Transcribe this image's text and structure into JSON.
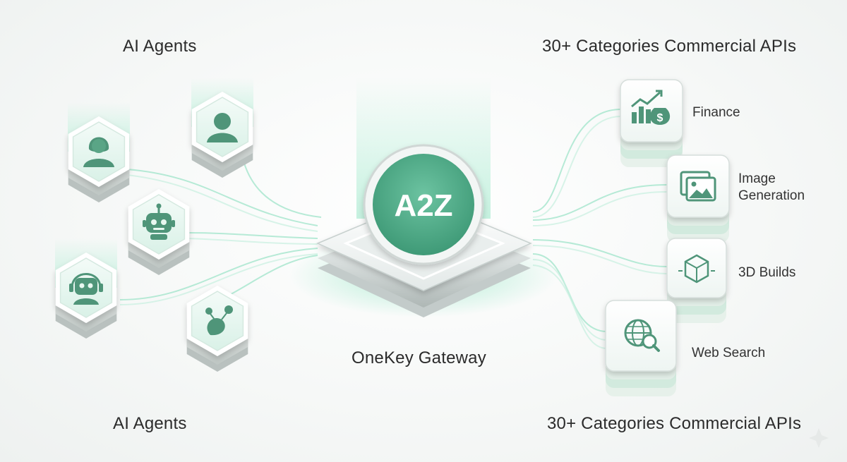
{
  "headings": {
    "top_left": "AI Agents",
    "top_right": "30+ Categories Commercial APIs",
    "bottom_left": "AI Agents",
    "bottom_right": "30+ Categories Commercial APIs"
  },
  "gateway": {
    "logo_text": "A2Z",
    "name": "OneKey Gateway"
  },
  "agents": [
    {
      "icon": "female-user-icon"
    },
    {
      "icon": "male-user-icon"
    },
    {
      "icon": "robot-icon"
    },
    {
      "icon": "headset-robot-icon"
    },
    {
      "icon": "molecule-icon"
    }
  ],
  "apis": [
    {
      "label": "Finance",
      "icon": "finance-chart-icon"
    },
    {
      "label_line1": "Image",
      "label_line2": "Generation",
      "icon": "image-gallery-icon"
    },
    {
      "label": "3D Builds",
      "icon": "cube-3d-icon"
    },
    {
      "label": "Web Search",
      "icon": "globe-search-icon"
    }
  ],
  "colors": {
    "accent": "#4daa88",
    "accent_light": "#a9e6cf",
    "icon_green": "#4f9579",
    "background": "#f4f6f5"
  }
}
